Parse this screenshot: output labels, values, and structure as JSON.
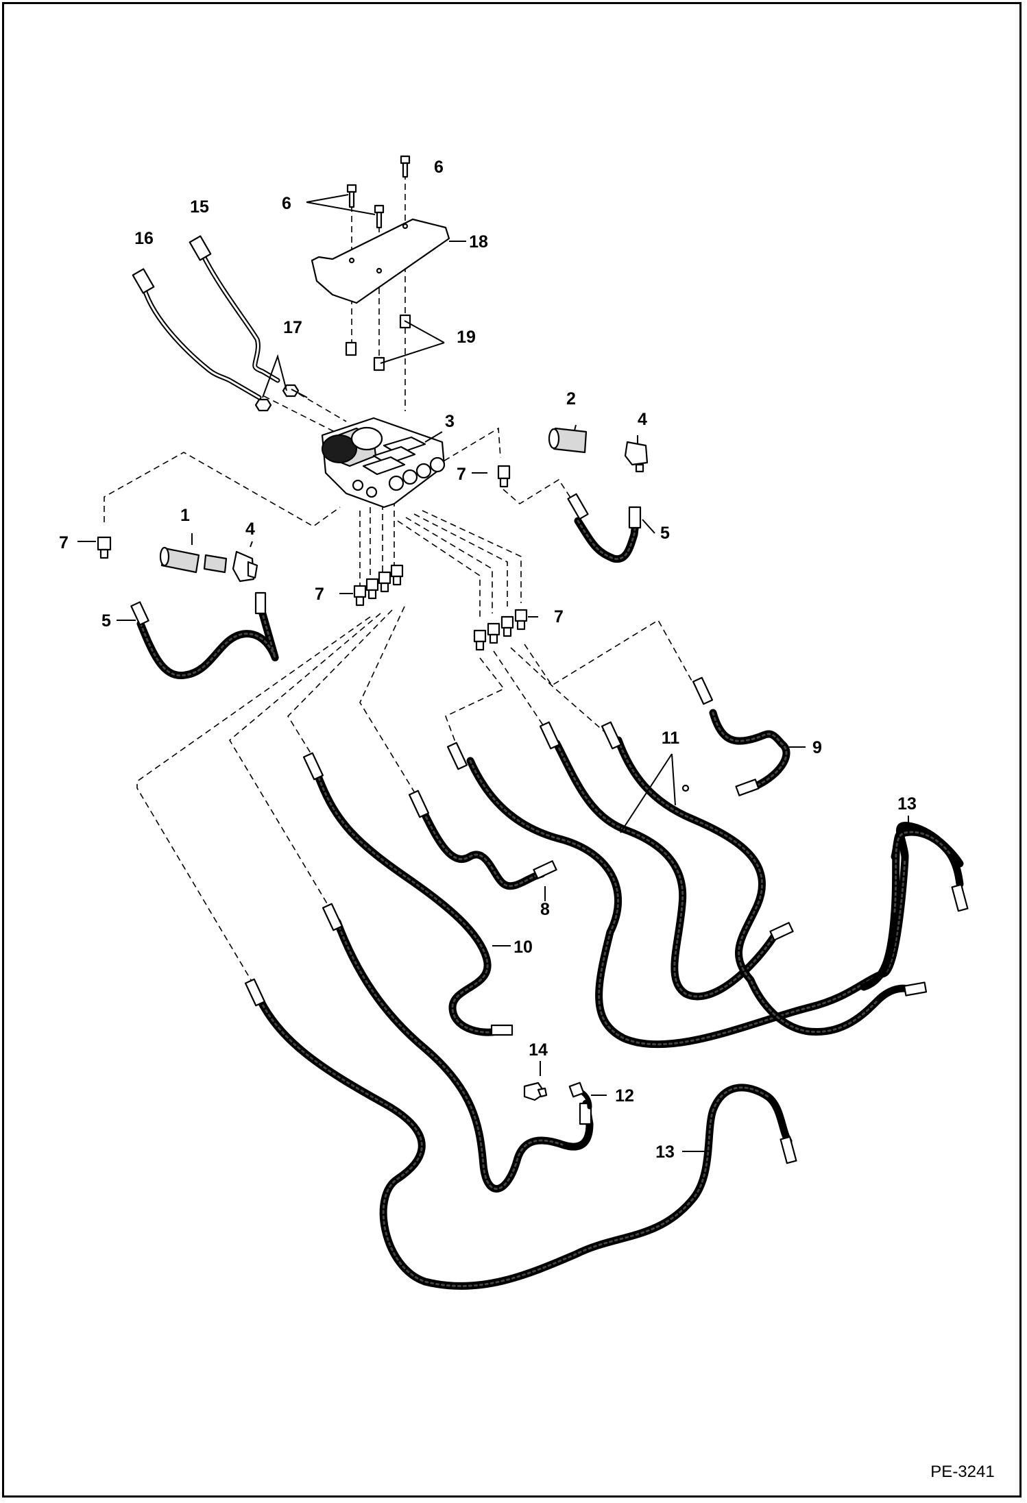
{
  "drawing_code": "PE-3241",
  "callouts": {
    "c1": "1",
    "c2": "2",
    "c3": "3",
    "c4a": "4",
    "c4b": "4",
    "c5a": "5",
    "c5b": "5",
    "c6a": "6",
    "c6b": "6",
    "c7a": "7",
    "c7b": "7",
    "c7c": "7",
    "c7d": "7",
    "c8": "8",
    "c9": "9",
    "c10": "10",
    "c11": "11",
    "c12": "12",
    "c13a": "13",
    "c13b": "13",
    "c14": "14",
    "c15": "15",
    "c16": "16",
    "c17": "17",
    "c18": "18",
    "c19": "19"
  }
}
